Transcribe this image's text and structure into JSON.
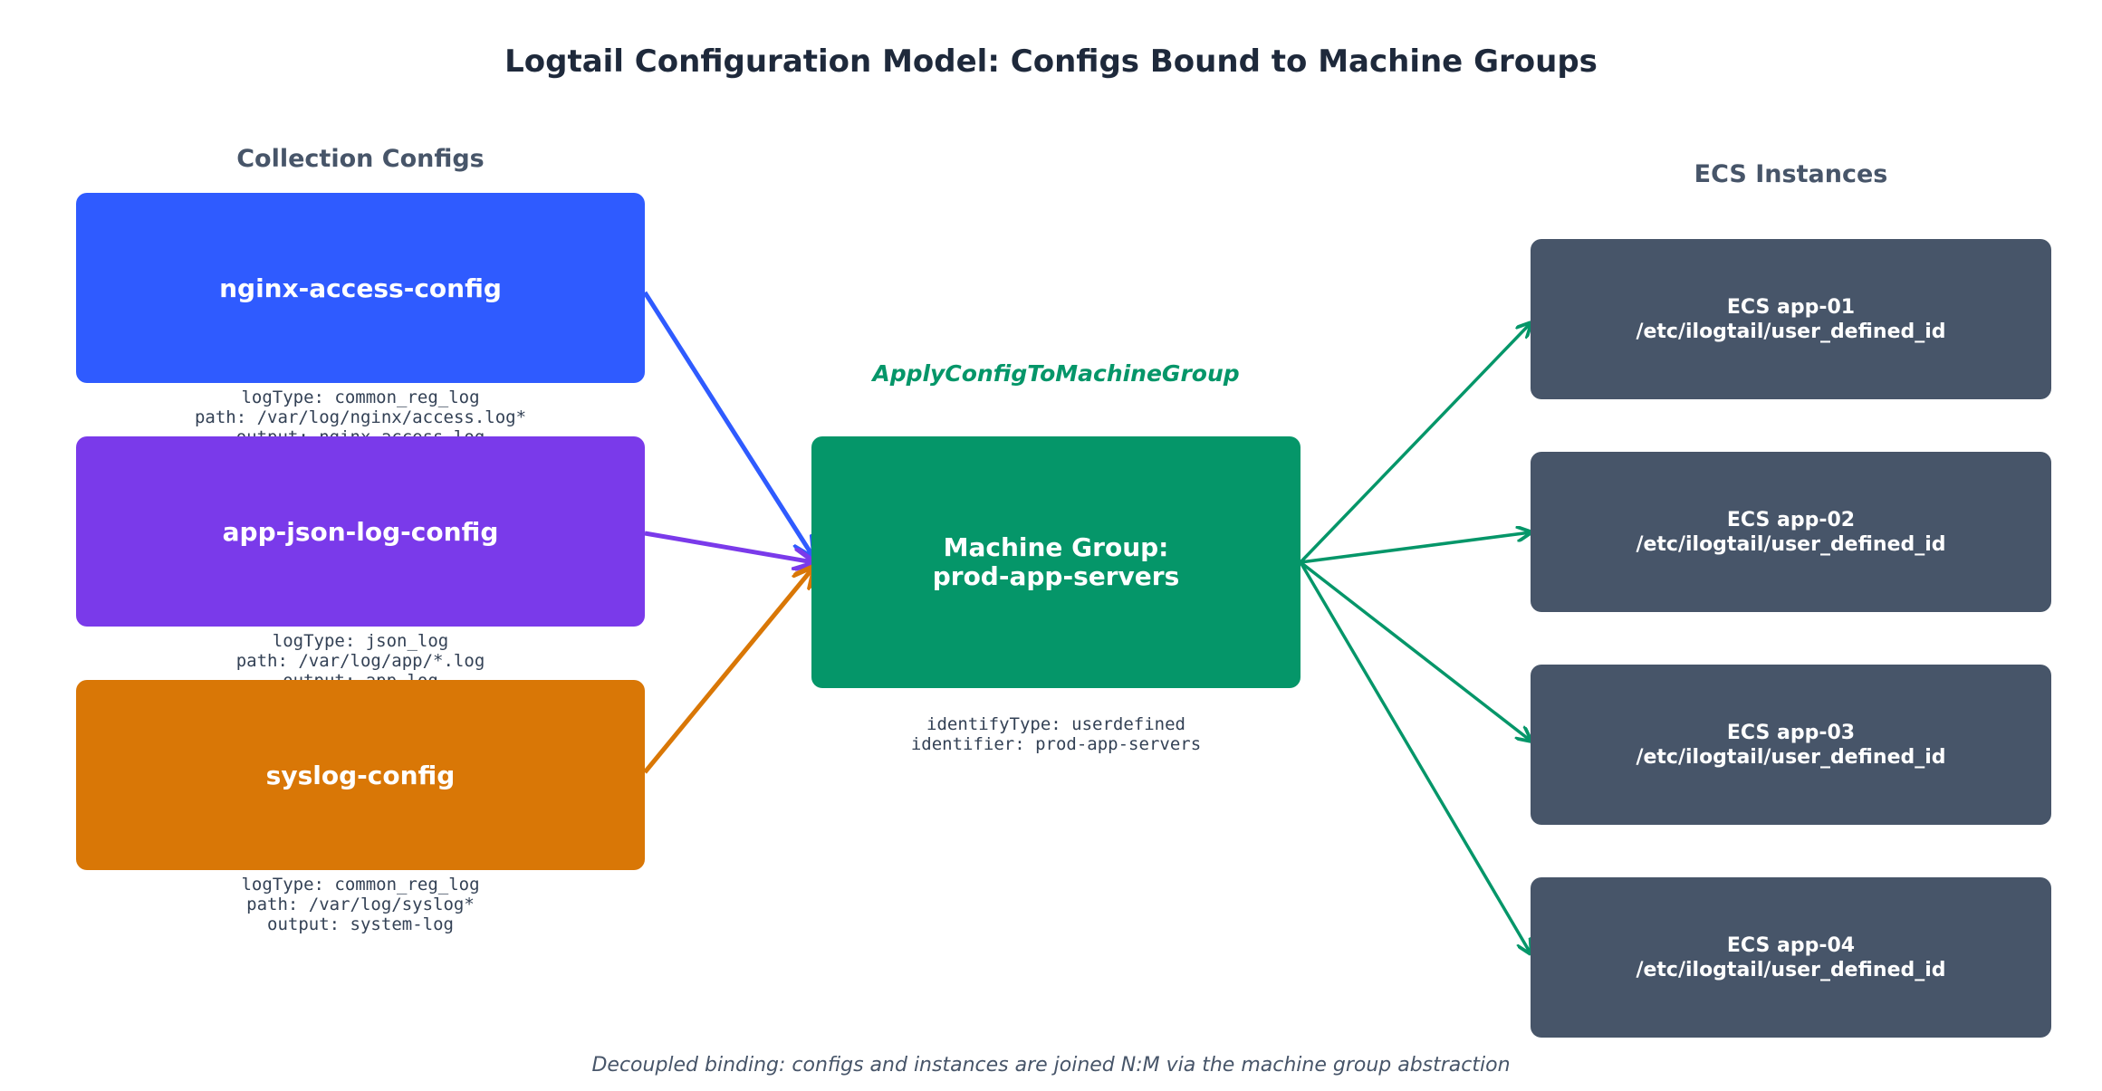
{
  "title": "Logtail Configuration Model: Configs Bound to Machine Groups",
  "left_heading": "Collection Configs",
  "right_heading": "ECS Instances",
  "operation_label": "ApplyConfigToMachineGroup",
  "caption": "Decoupled binding: configs and instances are joined N:M via the machine group abstraction",
  "configs": [
    {
      "name": "nginx-access-config",
      "color": "#2f5bff",
      "details": [
        "logType: common_reg_log",
        "path: /var/log/nginx/access.log*",
        "output: nginx-access-log"
      ]
    },
    {
      "name": "app-json-log-config",
      "color": "#7a3aea",
      "details": [
        "logType: json_log",
        "path: /var/log/app/*.log",
        "output: app-log"
      ]
    },
    {
      "name": "syslog-config",
      "color": "#d97706",
      "details": [
        "logType: common_reg_log",
        "path: /var/log/syslog*",
        "output: system-log"
      ]
    }
  ],
  "machine_group": {
    "line1": "Machine Group:",
    "line2": "prod-app-servers",
    "color": "#059669",
    "details": [
      "identifyType: userdefined",
      "identifier: prod-app-servers"
    ]
  },
  "instances": [
    {
      "name": "ECS app-01",
      "path": "/etc/ilogtail/user_defined_id"
    },
    {
      "name": "ECS app-02",
      "path": "/etc/ilogtail/user_defined_id"
    },
    {
      "name": "ECS app-03",
      "path": "/etc/ilogtail/user_defined_id"
    },
    {
      "name": "ECS app-04",
      "path": "/etc/ilogtail/user_defined_id"
    }
  ],
  "instance_color": "#475569"
}
